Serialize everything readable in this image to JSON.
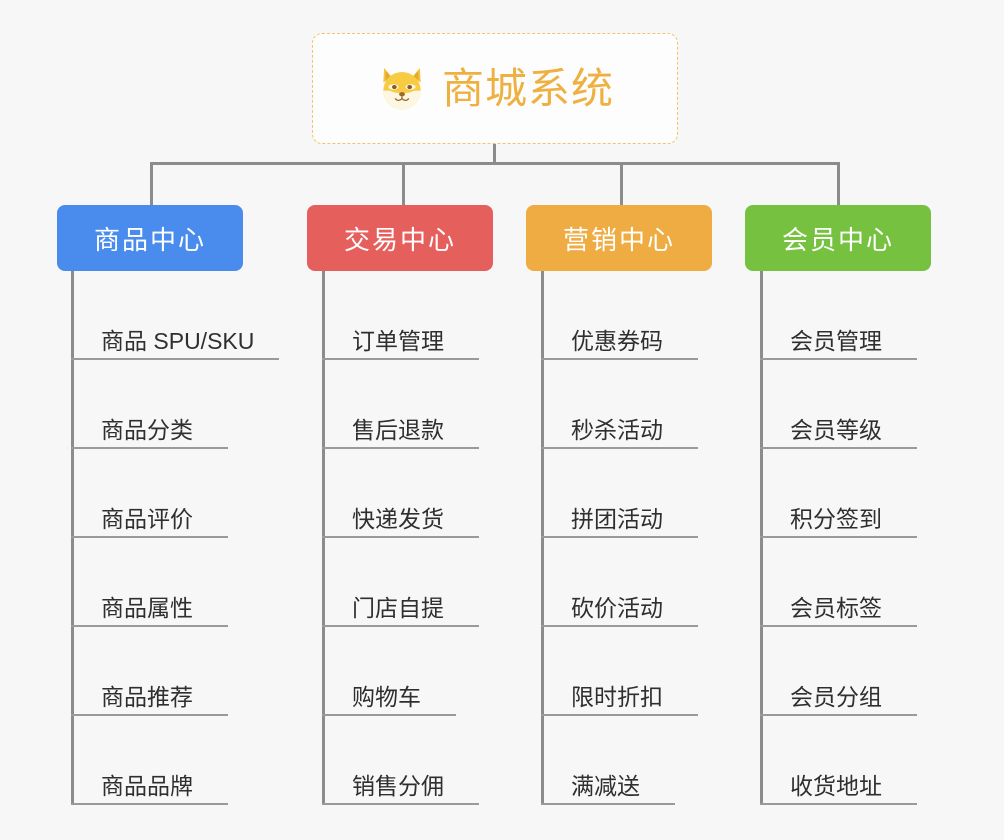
{
  "root": {
    "title": "商城系统",
    "icon": "shiba-dog-face-icon",
    "border_color": "#f1c469",
    "text_color": "#eeb040",
    "background": "#fdfdfd"
  },
  "canvas": {
    "background": "#f7f7f7",
    "connector_color": "#8c8c8c",
    "leaf_rule_color": "#9a9a9a",
    "leaf_text_color": "#2f2f2f"
  },
  "branches": [
    {
      "label": "商品中心",
      "color": "#4a8ced",
      "leaves": [
        "商品 SPU/SKU",
        "商品分类",
        "商品评价",
        "商品属性",
        "商品推荐",
        "商品品牌"
      ]
    },
    {
      "label": "交易中心",
      "color": "#e5605c",
      "leaves": [
        "订单管理",
        "售后退款",
        "快递发货",
        "门店自提",
        "购物车",
        "销售分佣"
      ]
    },
    {
      "label": "营销中心",
      "color": "#eeac42",
      "leaves": [
        "优惠券码",
        "秒杀活动",
        "拼团活动",
        "砍价活动",
        "限时折扣",
        "满减送"
      ]
    },
    {
      "label": "会员中心",
      "color": "#76c240",
      "leaves": [
        "会员管理",
        "会员等级",
        "积分签到",
        "会员标签",
        "会员分组",
        "收货地址"
      ]
    }
  ]
}
